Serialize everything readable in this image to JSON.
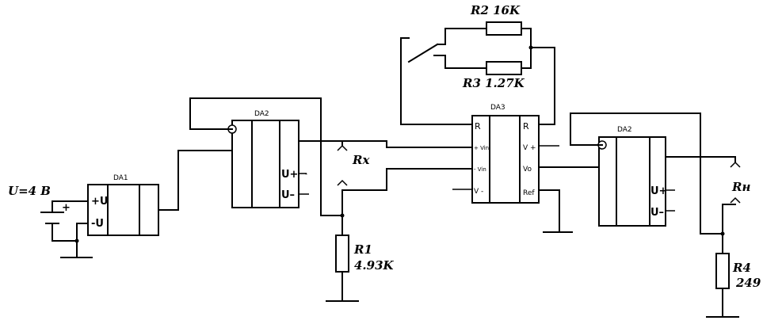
{
  "labels": {
    "source": "U=4 B",
    "plus": "+",
    "da1": "DA1",
    "da2_left": "DA2",
    "da3": "DA3",
    "da2_right": "DA2",
    "r2": "R2 16K",
    "r3": "R3 1.27K",
    "rx": "Rx",
    "r1": "R1",
    "r1_value": "4.93K",
    "rh": "Rн",
    "r4": "R4",
    "r4_value": "249"
  },
  "pins": {
    "da1_vplus": "+U",
    "da1_vminus": "-U",
    "da2_vplus": "U+",
    "da2_vminus": "U–",
    "da3_r_left": "R",
    "da3_r_right": "R",
    "da3_vin_plus": "+ Vin",
    "da3_vin_minus": "- Vin",
    "da3_v_minus": "V -",
    "da3_v_plus": "V +",
    "da3_vo": "Vo",
    "da3_ref": "Ref",
    "dash": "-"
  }
}
